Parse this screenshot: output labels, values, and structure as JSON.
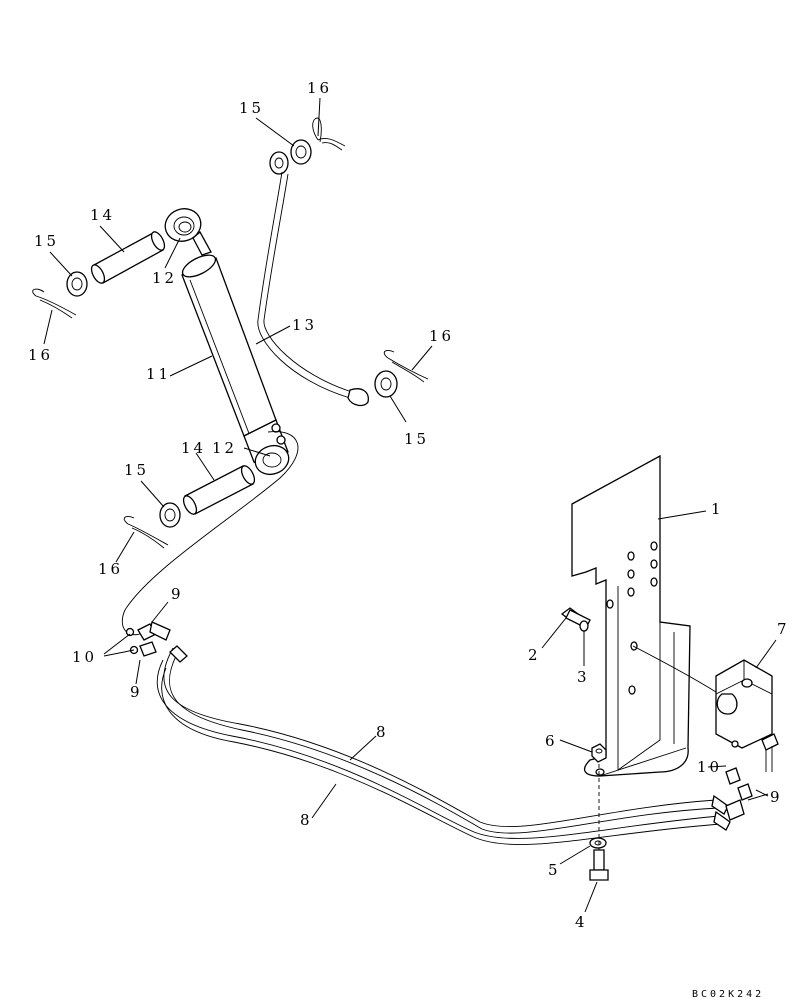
{
  "diagram": {
    "callouts": [
      {
        "id": "c1",
        "text": "1"
      },
      {
        "id": "c2",
        "text": "2"
      },
      {
        "id": "c3",
        "text": "3"
      },
      {
        "id": "c4",
        "text": "4"
      },
      {
        "id": "c5",
        "text": "5"
      },
      {
        "id": "c6",
        "text": "6"
      },
      {
        "id": "c7",
        "text": "7"
      },
      {
        "id": "c8a",
        "text": "8"
      },
      {
        "id": "c8b",
        "text": "8"
      },
      {
        "id": "c9a",
        "text": "9"
      },
      {
        "id": "c9b",
        "text": "9"
      },
      {
        "id": "c9c",
        "text": "9"
      },
      {
        "id": "c10a",
        "text": "10"
      },
      {
        "id": "c10b",
        "text": "10"
      },
      {
        "id": "c11",
        "text": "11"
      },
      {
        "id": "c12a",
        "text": "12"
      },
      {
        "id": "c12b",
        "text": "12"
      },
      {
        "id": "c13",
        "text": "13"
      },
      {
        "id": "c14a",
        "text": "14"
      },
      {
        "id": "c14b",
        "text": "14"
      },
      {
        "id": "c15a",
        "text": "15"
      },
      {
        "id": "c15b",
        "text": "15"
      },
      {
        "id": "c15c",
        "text": "15"
      },
      {
        "id": "c15d",
        "text": "15"
      },
      {
        "id": "c16a",
        "text": "16"
      },
      {
        "id": "c16b",
        "text": "16"
      },
      {
        "id": "c16c",
        "text": "16"
      },
      {
        "id": "c16d",
        "text": "16"
      }
    ],
    "drawing_code": "BC02K242"
  }
}
